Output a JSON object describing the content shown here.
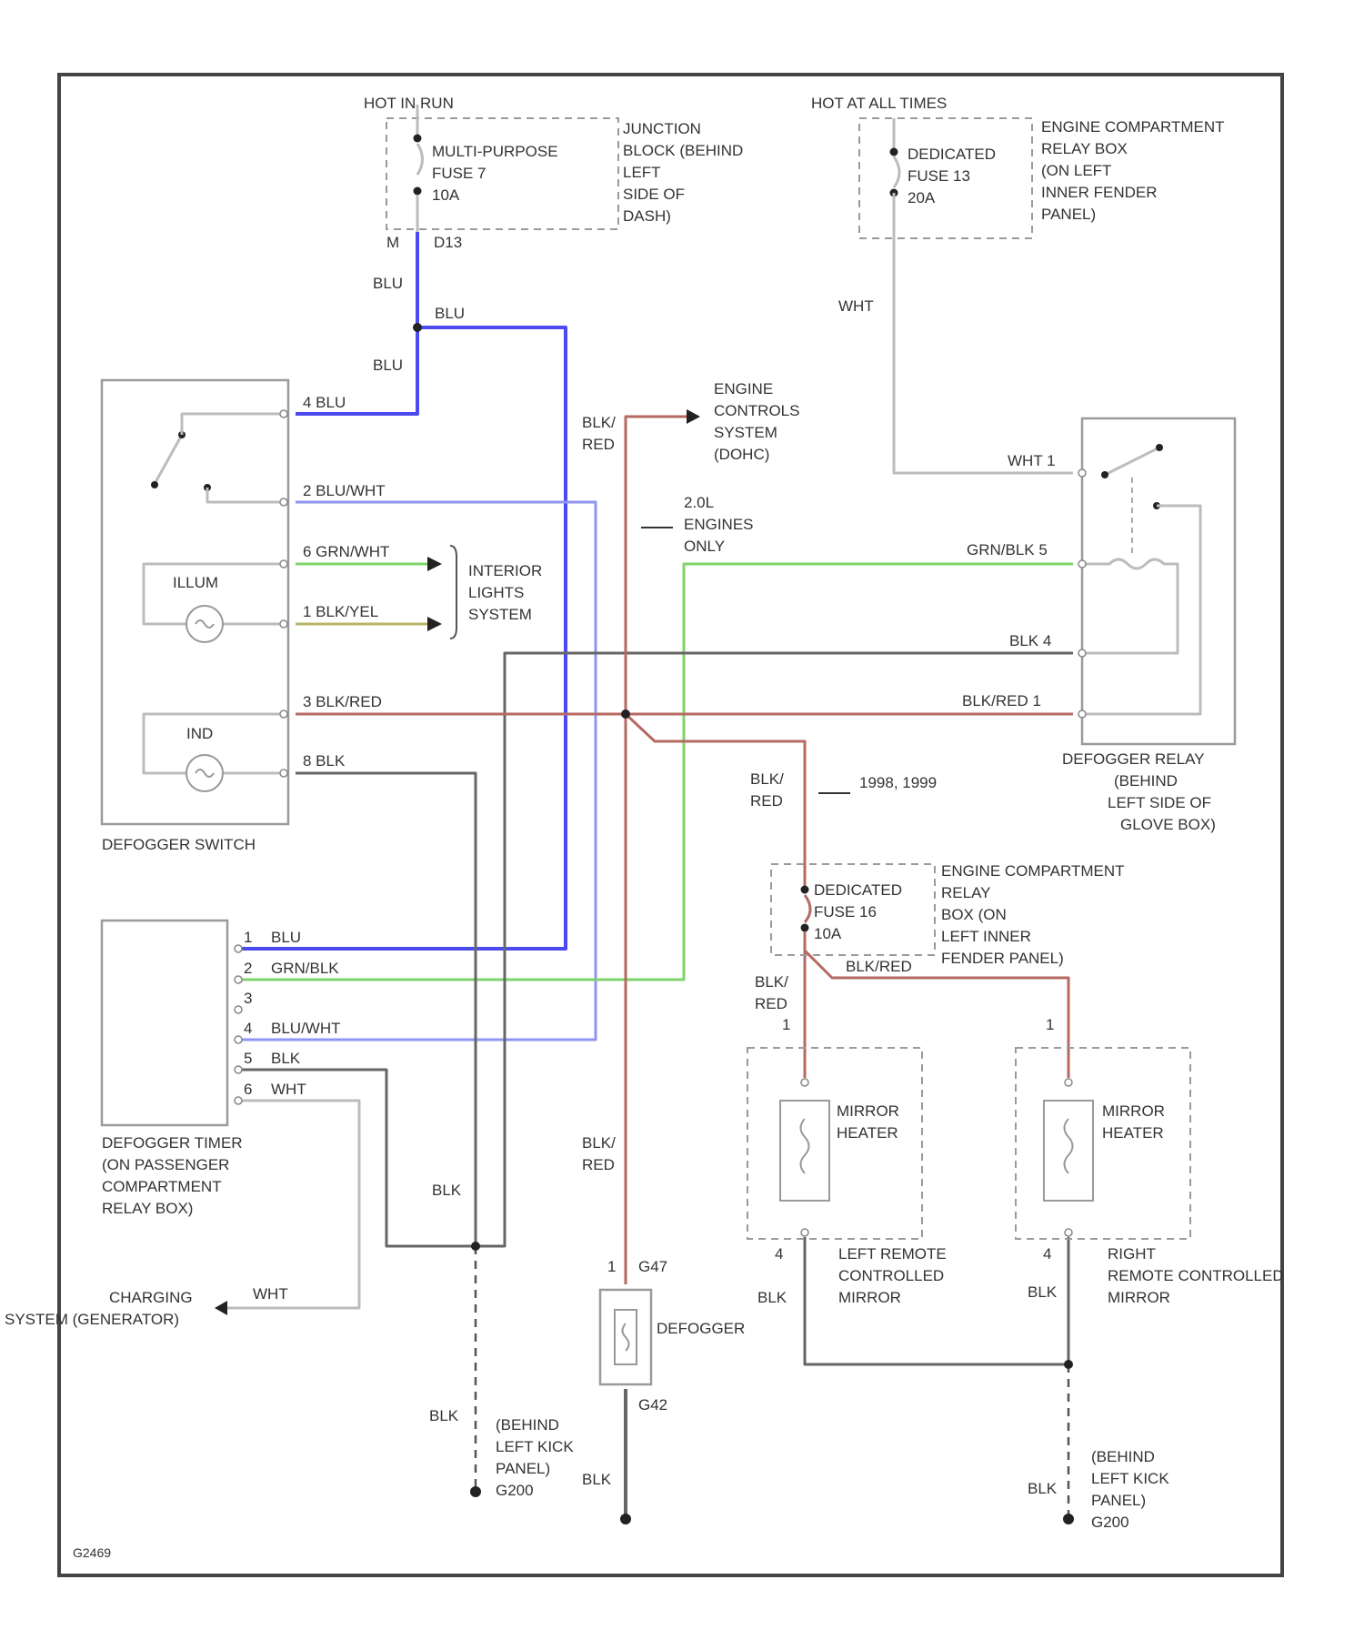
{
  "hot_in_run": "HOT IN RUN",
  "hot_at_all_times": "HOT AT ALL TIMES",
  "fuse7": [
    "MULTI-PURPOSE",
    "FUSE 7",
    "10A"
  ],
  "junction_block": [
    "JUNCTION",
    "BLOCK (BEHIND",
    "LEFT",
    "SIDE OF",
    "DASH)"
  ],
  "fuse13": [
    "DEDICATED",
    "FUSE 13",
    "20A"
  ],
  "relay_box_top": [
    "ENGINE COMPARTMENT",
    "RELAY BOX",
    "(ON LEFT",
    "INNER FENDER",
    "PANEL)"
  ],
  "conn_m": "M",
  "conn_d13": "D13",
  "wire": {
    "blu": "BLU",
    "wht": "WHT",
    "blk": "BLK",
    "blk_red": "BLK/RED",
    "blk_slash": "BLK/",
    "red": "RED",
    "grn_blk": "GRN/BLK"
  },
  "engine_controls": [
    "ENGINE",
    "CONTROLS",
    "SYSTEM",
    "(DOHC)"
  ],
  "engine_only": [
    "2.0L",
    "ENGINES",
    "ONLY"
  ],
  "interior_lights": [
    "INTERIOR",
    "LIGHTS",
    "SYSTEM"
  ],
  "illum": "ILLUM",
  "ind": "IND",
  "switch_pins": [
    "4 BLU",
    "2 BLU/WHT",
    "6 GRN/WHT",
    "1 BLK/YEL",
    "3 BLK/RED",
    "8 BLK"
  ],
  "defogger_switch": "DEFOGGER SWITCH",
  "relay_pins": [
    "WHT 1",
    "GRN/BLK 5",
    "BLK 4",
    "BLK/RED 1"
  ],
  "defogger_relay": [
    "DEFOGGER RELAY",
    "(BEHIND",
    "LEFT SIDE OF",
    "GLOVE BOX)"
  ],
  "years": "1998, 1999",
  "fuse16": [
    "DEDICATED",
    "FUSE 16",
    "10A"
  ],
  "relay_box_mid": [
    "ENGINE COMPARTMENT",
    "RELAY",
    "BOX (ON",
    "LEFT INNER",
    "FENDER PANEL)"
  ],
  "timer_pins": [
    "1",
    "2",
    "3",
    "4",
    "5",
    "6"
  ],
  "timer_wires": [
    "BLU",
    "GRN/BLK",
    "",
    "BLU/WHT",
    "BLK",
    "WHT"
  ],
  "defogger_timer": [
    "DEFOGGER TIMER",
    "(ON PASSENGER",
    "COMPARTMENT",
    "RELAY BOX)"
  ],
  "charging": [
    "CHARGING",
    "SYSTEM (GENERATOR)"
  ],
  "mirror_heater": [
    "MIRROR",
    "HEATER"
  ],
  "left_mirror": [
    "LEFT REMOTE",
    "CONTROLLED",
    "MIRROR"
  ],
  "right_mirror": [
    "RIGHT",
    "REMOTE CONTROLLED",
    "MIRROR"
  ],
  "defogger": "DEFOGGER",
  "conn_g47": "G47",
  "conn_g42": "G42",
  "ground_left": [
    "(BEHIND",
    "LEFT KICK",
    "PANEL)",
    "G200"
  ],
  "ground_right": [
    "(BEHIND",
    "LEFT KICK",
    "PANEL)",
    "G200"
  ],
  "pin1": "1",
  "pin4": "4",
  "figure_id": "G2469"
}
